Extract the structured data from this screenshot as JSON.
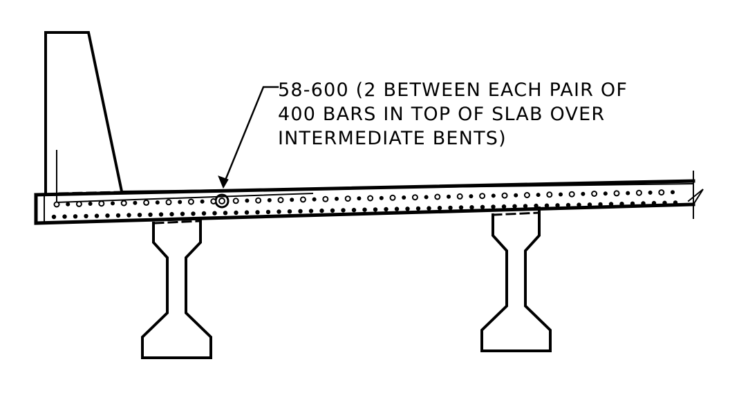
{
  "annotation": {
    "lines": [
      "58-600 (2 BETWEEN EACH PAIR OF",
      "400 BARS IN TOP OF SLAB OVER",
      "INTERMEDIATE BENTS)"
    ]
  },
  "colors": {
    "ink": "#000000",
    "background": "#ffffff"
  }
}
